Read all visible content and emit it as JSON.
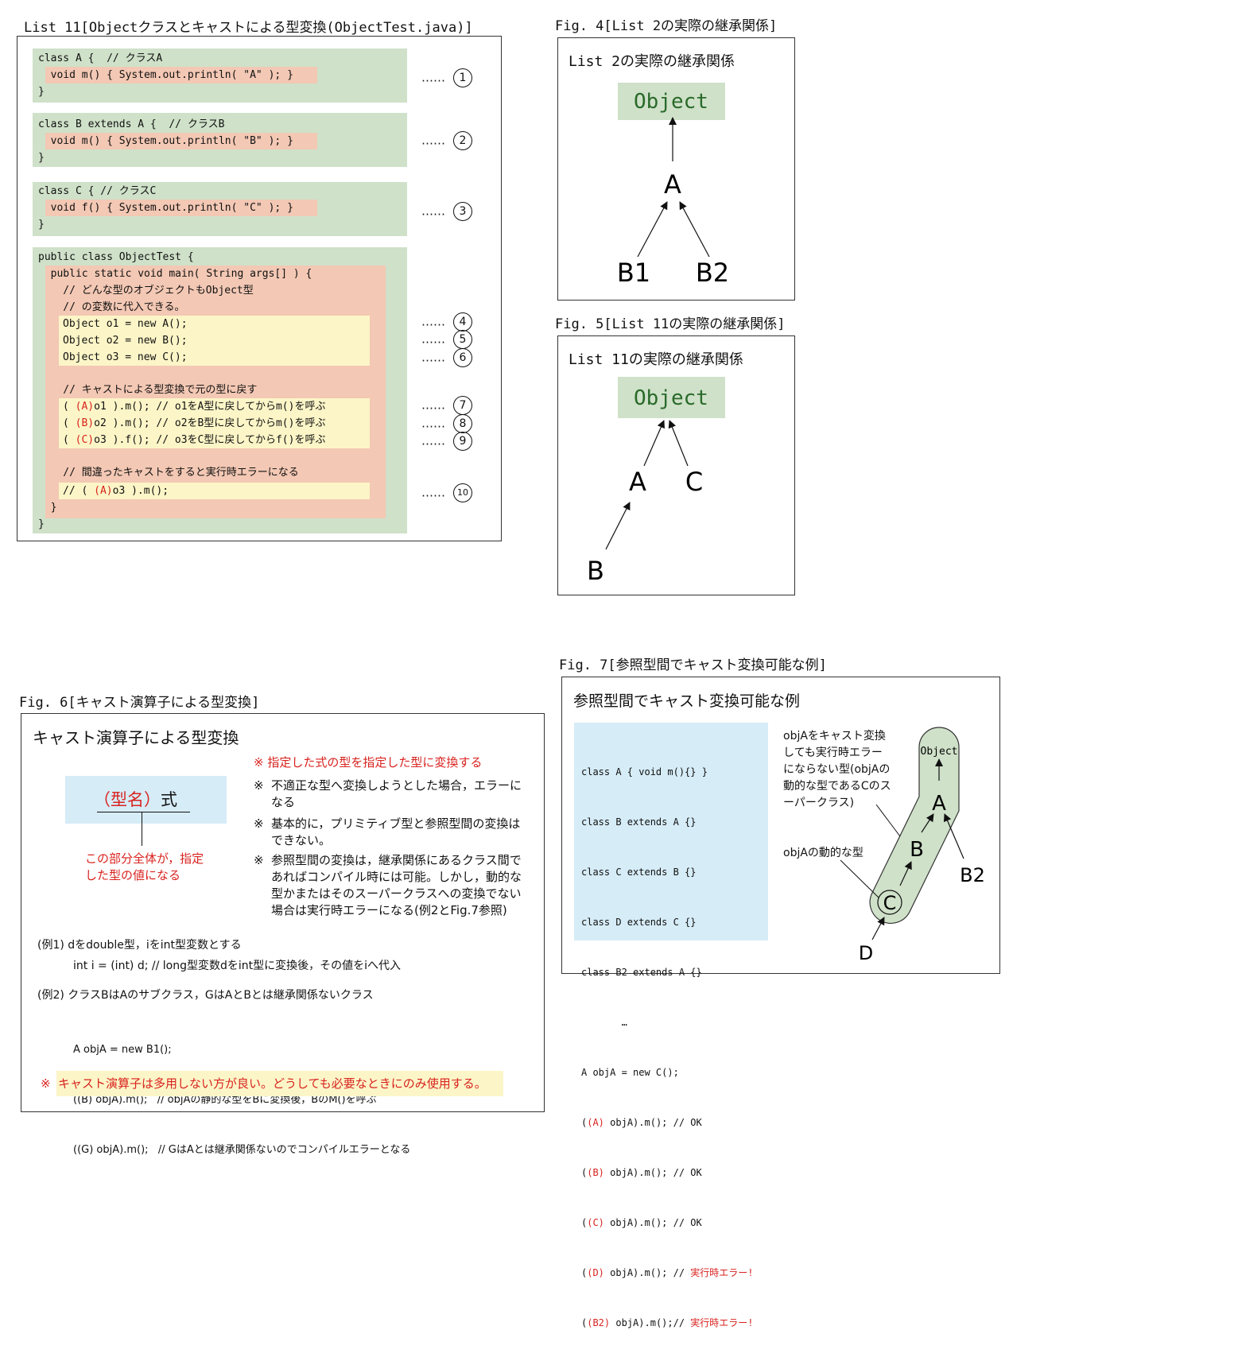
{
  "list11": {
    "caption": "List 11[Objectクラスとキャストによる型変換(ObjectTest.java)]",
    "classA": [
      "class A {  // クラスA",
      "  void m() { System.out.println( \"A\" ); }",
      "}"
    ],
    "classB": [
      "class B extends A {  // クラスB",
      "  void m() { System.out.println( \"B\" ); }",
      "}"
    ],
    "classC": [
      "class C { // クラスC",
      "  void f() { System.out.println( \"C\" ); }",
      "}"
    ],
    "main_head": [
      "public class ObjectTest {",
      "  public static void main( String args[] ) {",
      "    // どんな型のオブジェクトもObject型",
      "    // の変数に代入できる。"
    ],
    "assigns": [
      "Object o1 = new A();",
      "Object o2 = new B();",
      "Object o3 = new C();"
    ],
    "cast_comment": "    // キャストによる型変換で元の型に戻す",
    "casts": [
      {
        "pre": "( ",
        "cast": "(A)",
        "post": "o1 ).m(); // o1をA型に戻してからm()を呼ぶ"
      },
      {
        "pre": "( ",
        "cast": "(B)",
        "post": "o2 ).m(); // o2をB型に戻してからm()を呼ぶ"
      },
      {
        "pre": "( ",
        "cast": "(C)",
        "post": "o3 ).f(); // o3をC型に戻してからf()を呼ぶ"
      }
    ],
    "error_comment": "    // 間違ったキャストをすると実行時エラーになる",
    "error_line": {
      "pre": "// ( ",
      "cast": "(A)",
      "post": "o3 ).m();"
    },
    "close1": "  }",
    "close2": "}",
    "dots": "……",
    "markers": [
      "1",
      "2",
      "3",
      "4",
      "5",
      "6",
      "7",
      "8",
      "9",
      "10"
    ]
  },
  "fig4": {
    "caption": "Fig. 4[List 2の実際の継承関係]",
    "title": "List 2の実際の継承関係",
    "object": "Object",
    "nodes": [
      "A",
      "B1",
      "B2"
    ]
  },
  "fig5": {
    "caption": "Fig. 5[List 11の実際の継承関係]",
    "title": "List 11の実際の継承関係",
    "object": "Object",
    "nodes": [
      "A",
      "C",
      "B"
    ]
  },
  "fig6": {
    "caption": "Fig. 6[キャスト演算子による型変換]",
    "title": "キャスト演算子による型変換",
    "expr_type": "（型名）",
    "expr_rest": "式",
    "expr_note": [
      "この部分全体が，指定",
      "した型の値になる"
    ],
    "rules": [
      {
        "mark": "※",
        "text": "指定した式の型を指定した型に変換する",
        "red": true
      },
      {
        "mark": "※",
        "text": "不適正な型へ変換しようとした場合，エラーに\nなる",
        "red": false
      },
      {
        "mark": "※",
        "text": "基本的に，プリミティブ型と参照型間の変換は\nできない。",
        "red": false
      },
      {
        "mark": "※",
        "text": "参照型間の変換は，継承関係にあるクラス間で\nあればコンパイル時には可能。しかし，動的な\n型かまたはそのスーパークラスへの変換でない\n場合は実行時エラーになる(例2とFig.7参照)",
        "red": false
      }
    ],
    "ex1_title": "(例1) dをdouble型，iをint型変数とする",
    "ex1_code": "int i = (int) d;  // long型変数dをint型に変換後，その値をiへ代入",
    "ex2_title": "(例2) クラスBはAのサブクラス，GはAとBとは継承関係ないクラス",
    "ex2_code": [
      "A objA = new B1();",
      "((B) objA).m();   // objAの静的な型をBに変換後，BのM()を呼ぶ",
      "((G) objA).m();   // GはAとは継承関係ないのでコンパイルエラーとなる"
    ],
    "warn_mark": "※",
    "warn_text": "キャスト演算子は多用しない方が良い。どうしても必要なときにのみ使用する。"
  },
  "fig7": {
    "caption": "Fig. 7[参照型間でキャスト変換可能な例]",
    "title": "参照型間でキャスト変換可能な例",
    "classes": [
      "class A { void m(){} }",
      "class B extends A {}",
      "class C extends B {}",
      "class D extends C {}",
      "class B2 extends A {}",
      "       …"
    ],
    "decl": "A objA = new C();",
    "casts": [
      {
        "open": "(",
        "cast": "(A)",
        "rest": " objA).m(); // OK",
        "err": ""
      },
      {
        "open": "(",
        "cast": "(B)",
        "rest": " objA).m(); // OK",
        "err": ""
      },
      {
        "open": "(",
        "cast": "(C)",
        "rest": " objA).m(); // OK",
        "err": ""
      },
      {
        "open": "(",
        "cast": "(D)",
        "rest": " objA).m(); // ",
        "err": "実行時エラー!"
      },
      {
        "open": "(",
        "cast": "(B2)",
        "rest": " objA).m();// ",
        "err": "実行時エラー!"
      }
    ],
    "note1": [
      "objAをキャスト変換",
      "しても実行時エラー",
      "にならない型(objAの",
      "動的な型であるCのス",
      "ーパークラス)"
    ],
    "note2": "objAの動的な型",
    "object": "Object",
    "nodes": [
      "A",
      "B",
      "C",
      "D",
      "B2"
    ]
  }
}
